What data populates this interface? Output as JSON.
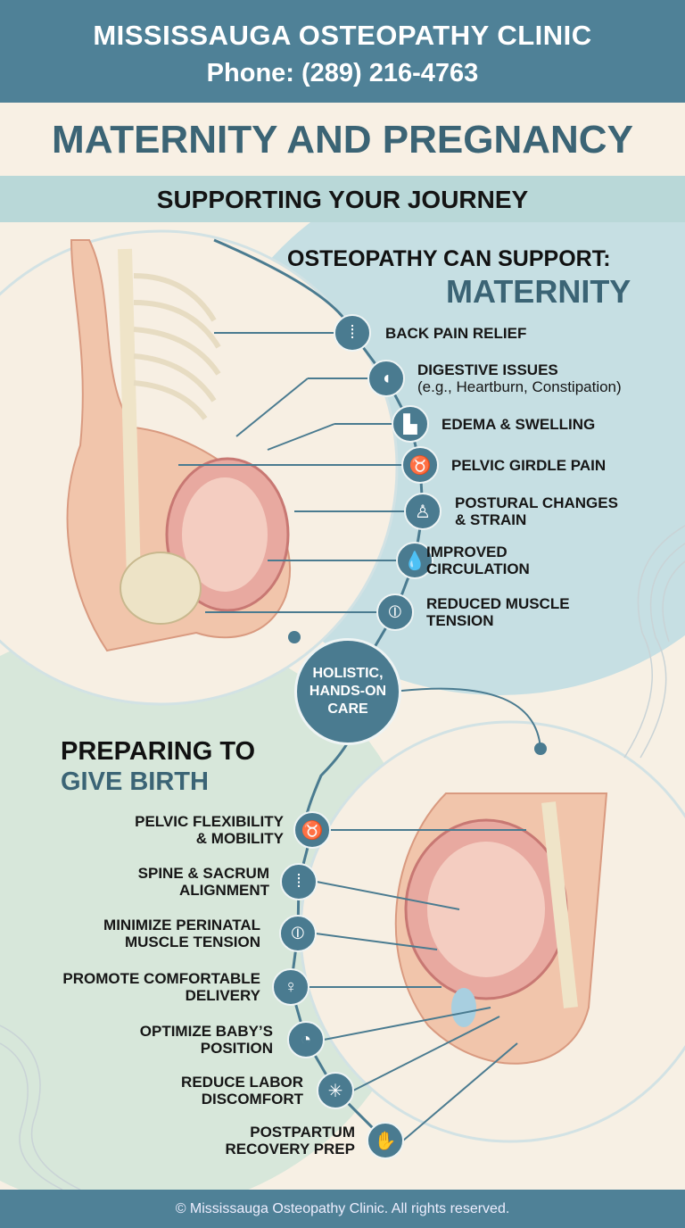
{
  "header": {
    "clinic": "MISSISSAUGA OSTEOPATHY CLINIC",
    "phone": "Phone: (289) 216-4763"
  },
  "title": "MATERNITY AND PREGNANCY",
  "subtitle": "SUPPORTING YOUR JOURNEY",
  "maternity": {
    "heading": "OSTEOPATHY CAN SUPPORT:",
    "heading_accent": "MATERNITY",
    "items": [
      {
        "label": "BACK PAIN RELIEF",
        "icon": "spine-icon"
      },
      {
        "label": "DIGESTIVE ISSUES",
        "sub": "(e.g., Heartburn, Constipation)",
        "icon": "stomach-icon"
      },
      {
        "label": "EDEMA & SWELLING",
        "icon": "foot-icon"
      },
      {
        "label": "PELVIC GIRDLE PAIN",
        "icon": "pelvis-icon"
      },
      {
        "label": "POSTURAL CHANGES\n& STRAIN",
        "icon": "body-icon"
      },
      {
        "label": "IMPROVED\nCIRCULATION",
        "icon": "drop-icon"
      },
      {
        "label": "REDUCED MUSCLE\nTENSION",
        "icon": "muscle-icon"
      }
    ]
  },
  "center": {
    "label": "HOLISTIC,\nHANDS-ON\nCARE"
  },
  "birth": {
    "heading": "PREPARING TO",
    "heading_accent": "GIVE BIRTH",
    "items": [
      {
        "label": "PELVIC FLEXIBILITY\n& MOBILITY",
        "icon": "pelvis-icon"
      },
      {
        "label": "SPINE & SACRUM\nALIGNMENT",
        "icon": "spine-icon"
      },
      {
        "label": "MINIMIZE PERINATAL\nMUSCLE TENSION",
        "icon": "muscle-icon"
      },
      {
        "label": "PROMOTE COMFORTABLE\nDELIVERY",
        "icon": "pregnant-icon"
      },
      {
        "label": "OPTIMIZE BABY’S\nPOSITION",
        "icon": "baby-icon"
      },
      {
        "label": "REDUCE LABOR\nDISCOMFORT",
        "icon": "relief-icon"
      },
      {
        "label": "POSTPARTUM\nRECOVERY PREP",
        "icon": "hand-care-icon"
      }
    ]
  },
  "footer": "© Mississauga Osteopathy Clinic. All rights reserved.",
  "colors": {
    "primary": "#4f8197",
    "accent": "#3b6475",
    "cream": "#f7f0e4",
    "light_blue": "#b9d8d8"
  }
}
